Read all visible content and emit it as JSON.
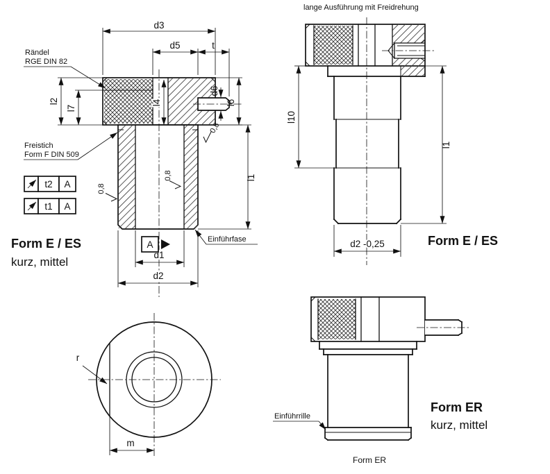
{
  "colors": {
    "line": "#111111",
    "background": "#ffffff"
  },
  "sectionView": {
    "formTitle": "Form E / ES",
    "formSubtitle": "kurz, mittel",
    "knurlNote1": "Rändel",
    "knurlNote2": "RGE DIN 82",
    "undercutNote1": "Freistich",
    "undercutNote2": "Form F DIN 509",
    "chamferNote": "Einführfase",
    "datumLabel": "A",
    "dims": {
      "d3": "d3",
      "d5": "d5",
      "t": "t",
      "d6": "d6",
      "l6": "l6",
      "l4": "l4",
      "l2": "l2",
      "l7": "l7",
      "l1": "l1",
      "d1": "d1",
      "d2": "d2"
    },
    "roughness1": "0,8",
    "roughness2": "0,8",
    "roughness3": "0,8",
    "tolerance1": {
      "value": "t2",
      "datum": "A"
    },
    "tolerance2": {
      "value": "t1",
      "datum": "A"
    }
  },
  "longView": {
    "caption": "lange Ausführung mit Freidrehung",
    "formTitle": "Form E / ES",
    "dims": {
      "l10": "l10",
      "l1": "l1",
      "d2": "d2 -0,25"
    }
  },
  "frontView": {
    "dims": {
      "r": "r",
      "m": "m"
    }
  },
  "erView": {
    "grooveNote": "Einführrille",
    "caption": "Form ER",
    "formTitle": "Form ER",
    "formSubtitle": "kurz, mittel"
  }
}
